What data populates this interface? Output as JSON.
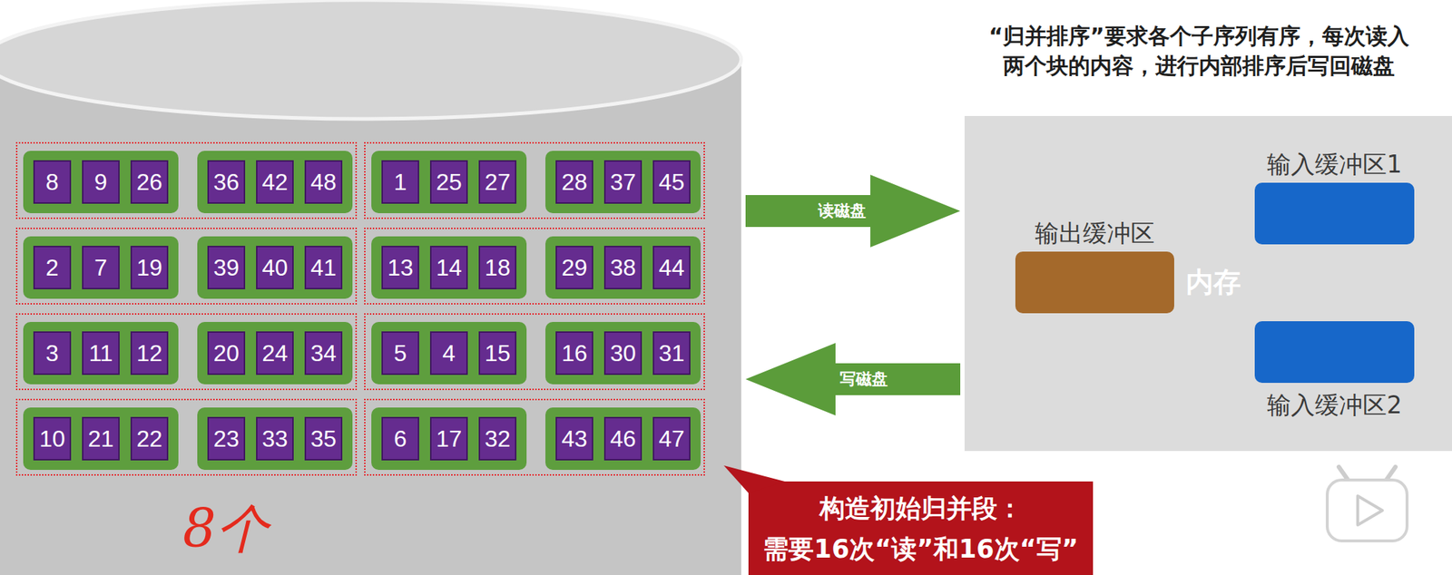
{
  "diagram": {
    "nodes": [
      {
        "text": []
      },
      {
        "text": [],
        "in": 0
      },
      {
        "text": [],
        "in": 1
      },
      {
        "text": [
          "8"
        ],
        "in": 2
      },
      {
        "text": [
          "9"
        ],
        "in": 2
      },
      {
        "text": [
          "26"
        ],
        "in": 2
      },
      {
        "text": [],
        "in": 1
      },
      {
        "text": [
          "36"
        ],
        "in": 6
      },
      {
        "text": [
          "42"
        ],
        "in": 6
      },
      {
        "text": [
          "48"
        ],
        "in": 6
      },
      {
        "text": [],
        "in": 0
      },
      {
        "text": [],
        "in": 10
      },
      {
        "text": [
          "1"
        ],
        "in": 11
      },
      {
        "text": [
          "25"
        ],
        "in": 11
      },
      {
        "text": [
          "27"
        ],
        "in": 11
      },
      {
        "text": [],
        "in": 10
      },
      {
        "text": [
          "28"
        ],
        "in": 15
      },
      {
        "text": [
          "37"
        ],
        "in": 15
      },
      {
        "text": [
          "45"
        ],
        "in": 15
      },
      {
        "text": [],
        "in": 0
      },
      {
        "text": [],
        "in": 19
      },
      {
        "text": [
          "2"
        ],
        "in": 20
      },
      {
        "text": [
          "7"
        ],
        "in": 20
      },
      {
        "text": [
          "19"
        ],
        "in": 20
      },
      {
        "text": [],
        "in": 19
      },
      {
        "text": [
          "39"
        ],
        "in": 24
      },
      {
        "text": [
          "40"
        ],
        "in": 24
      },
      {
        "text": [
          "41"
        ],
        "in": 24
      },
      {
        "text": [],
        "in": 0
      },
      {
        "text": [],
        "in": 28
      },
      {
        "text": [
          "13"
        ],
        "in": 29
      },
      {
        "text": [
          "14"
        ],
        "in": 29
      },
      {
        "text": [
          "18"
        ],
        "in": 29
      },
      {
        "text": [],
        "in": 28
      },
      {
        "text": [
          "29"
        ],
        "in": 33
      },
      {
        "text": [
          "38"
        ],
        "in": 33
      },
      {
        "text": [
          "44"
        ],
        "in": 33
      },
      {
        "text": [],
        "in": 0
      },
      {
        "text": [],
        "in": 37
      },
      {
        "text": [
          "3"
        ],
        "in": 38
      },
      {
        "text": [
          "11"
        ],
        "in": 38
      },
      {
        "text": [
          "12"
        ],
        "in": 38
      },
      {
        "text": [],
        "in": 37
      },
      {
        "text": [
          "20"
        ],
        "in": 42
      },
      {
        "text": [
          "24"
        ],
        "in": 42
      },
      {
        "text": [
          "34"
        ],
        "in": 42
      },
      {
        "text": [],
        "in": 0
      },
      {
        "text": [],
        "in": 46
      },
      {
        "text": [
          "5"
        ],
        "in": 47
      },
      {
        "text": [
          "4"
        ],
        "in": 47
      },
      {
        "text": [
          "15"
        ],
        "in": 47
      },
      {
        "text": [],
        "in": 46
      },
      {
        "text": [
          "16"
        ],
        "in": 51
      },
      {
        "text": [
          "30"
        ],
        "in": 51
      },
      {
        "text": [
          "31"
        ],
        "in": 51
      },
      {
        "text": [],
        "in": 0
      },
      {
        "text": [],
        "in": 55
      },
      {
        "text": [
          "10"
        ],
        "in": 56
      },
      {
        "text": [
          "21"
        ],
        "in": 56
      },
      {
        "text": [
          "22"
        ],
        "in": 56
      },
      {
        "text": [],
        "in": 55
      },
      {
        "text": [
          "23"
        ],
        "in": 60
      },
      {
        "text": [
          "33"
        ],
        "in": 60
      },
      {
        "text": [
          "35"
        ],
        "in": 60
      },
      {
        "text": [],
        "in": 0
      },
      {
        "text": [],
        "in": 64
      },
      {
        "text": [
          "6"
        ],
        "in": 65
      },
      {
        "text": [
          "17"
        ],
        "in": 65
      },
      {
        "text": [
          "32"
        ],
        "in": 65
      },
      {
        "text": [],
        "in": 64
      },
      {
        "text": [
          "43"
        ],
        "in": 69
      },
      {
        "text": [
          "46"
        ],
        "in": 69
      },
      {
        "text": [
          "47"
        ],
        "in": 69
      },
      {
        "text": [
          "内存"
        ]
      },
      {
        "text": [
          "输出缓冲区"
        ],
        "in": 73
      },
      {
        "text": [
          "输入缓冲区1"
        ],
        "in": 73
      },
      {
        "text": [
          "输入缓冲区2"
        ],
        "in": 73
      },
      {
        "text": [
          "构造初始归并段：",
          "需要16次“读”和16次“写”"
        ]
      }
    ],
    "edges": [
      {
        "from": 0,
        "to": 73,
        "arrow": "to",
        "label": "读磁盘"
      },
      {
        "from": 73,
        "to": 0,
        "arrow": "to",
        "label": "写磁盘"
      }
    ],
    "labels": [
      "“归并排序”要求各个子序列有序，每次读入 两个块的内容，进行内部排序后写回磁盘",
      "8个"
    ]
  }
}
